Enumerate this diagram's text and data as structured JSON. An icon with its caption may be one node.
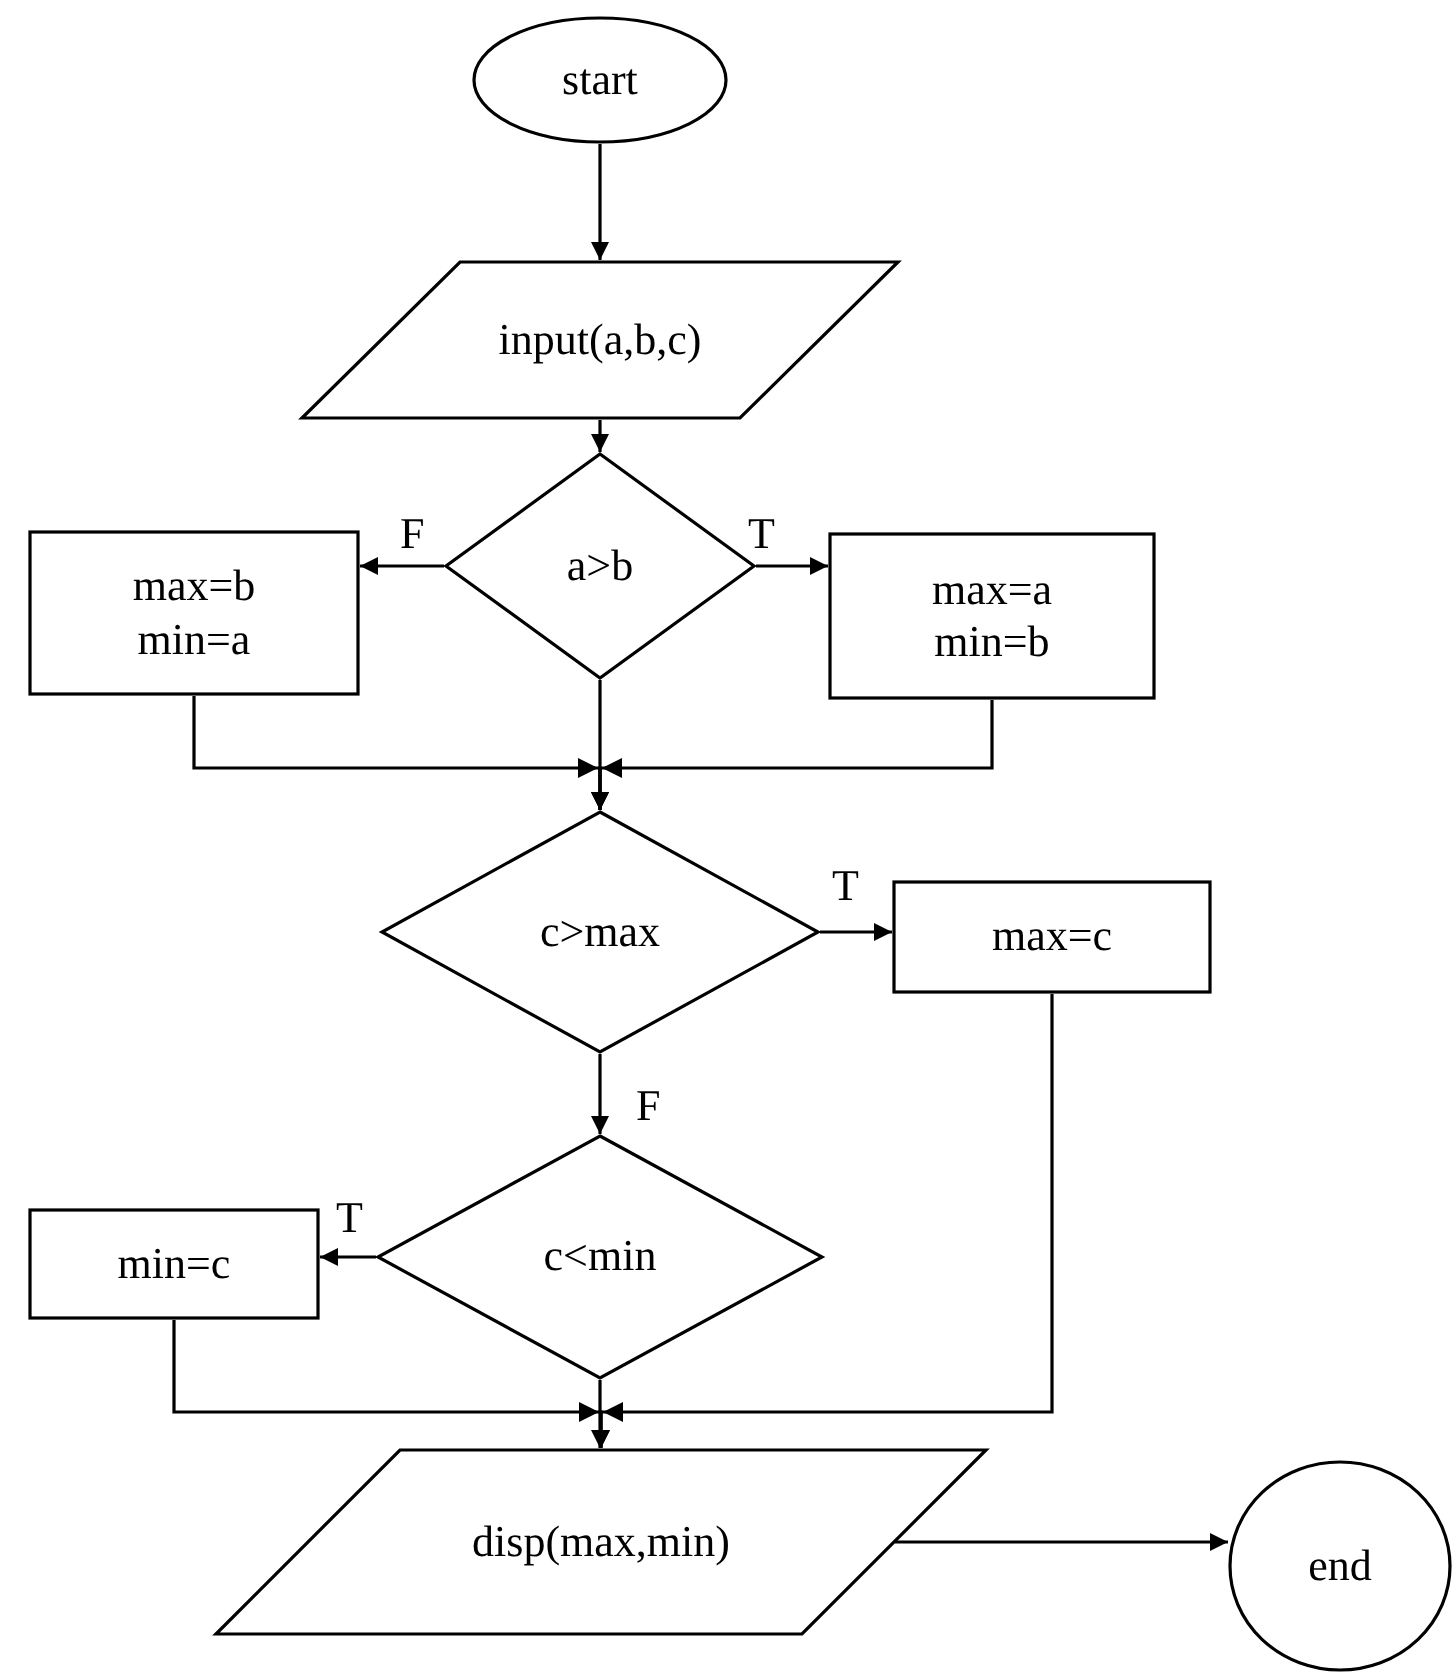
{
  "diagram": {
    "nodes": [
      {
        "text": [
          "start"
        ]
      },
      {
        "text": [
          "input(a,b,c)"
        ]
      },
      {
        "text": [
          "a>b"
        ]
      },
      {
        "text": [
          "max=b min=a"
        ]
      },
      {
        "text": [
          "max=a min=b"
        ]
      },
      {
        "text": [
          "c>max"
        ]
      },
      {
        "text": [
          "max=c"
        ]
      },
      {
        "text": [
          "c<min"
        ]
      },
      {
        "text": [
          "min=c"
        ]
      },
      {
        "text": [
          "disp(max,min)"
        ]
      },
      {
        "text": [
          "end"
        ]
      }
    ],
    "edges": [
      {
        "from": 0,
        "to": 1,
        "arrow": "to"
      },
      {
        "from": 1,
        "to": 2,
        "arrow": "to"
      },
      {
        "from": 2,
        "to": 3,
        "arrow": "to",
        "label": "F"
      },
      {
        "from": 2,
        "to": 4,
        "arrow": "to",
        "label": "T"
      },
      {
        "from": 3,
        "to": 5,
        "arrow": "to"
      },
      {
        "from": 2,
        "to": 5,
        "arrow": "to"
      },
      {
        "from": 4,
        "to": 5,
        "arrow": "to"
      },
      {
        "from": 5,
        "to": 6,
        "arrow": "to",
        "label": "T"
      },
      {
        "from": 5,
        "to": 7,
        "arrow": "to",
        "label": "F"
      },
      {
        "from": 7,
        "to": 8,
        "arrow": "to",
        "label": "T"
      },
      {
        "from": 8,
        "to": 9,
        "arrow": "to"
      },
      {
        "from": 7,
        "to": 9,
        "arrow": "to"
      },
      {
        "from": 6,
        "to": 9,
        "arrow": "to"
      },
      {
        "from": 9,
        "to": 10,
        "arrow": "to"
      }
    ]
  }
}
